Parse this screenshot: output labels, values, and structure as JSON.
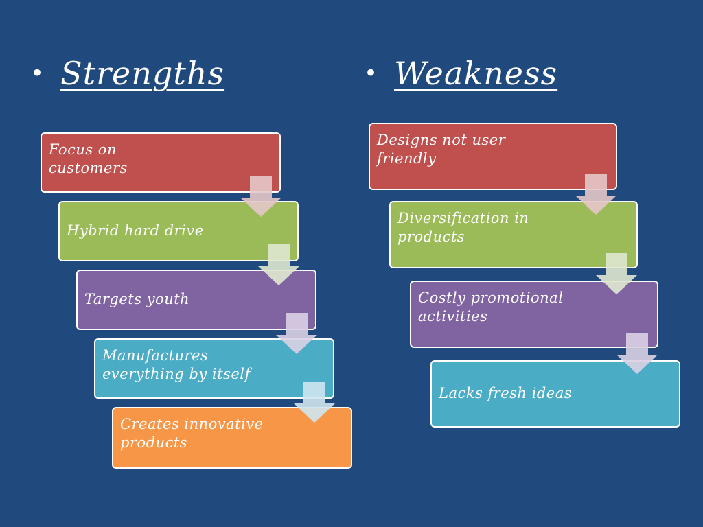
{
  "strengths": {
    "bullet": "•",
    "title": "Strengths",
    "items": [
      {
        "label": "Focus on customers",
        "color": "#c0504e"
      },
      {
        "label": "Hybrid hard drive",
        "color": "#9bbb59"
      },
      {
        "label": "Targets youth",
        "color": "#8064a2"
      },
      {
        "label": "Manufactures everything by itself",
        "color": "#4bacc6"
      },
      {
        "label": "Creates innovative products",
        "color": "#f79646"
      }
    ]
  },
  "weakness": {
    "bullet": "•",
    "title": "Weakness",
    "items": [
      {
        "label": "Designs not user friendly",
        "color": "#c0504e"
      },
      {
        "label": "Diversification in products",
        "color": "#9bbb59"
      },
      {
        "label": "Costly promotional activities",
        "color": "#8064a2"
      },
      {
        "label": "Lacks fresh ideas",
        "color": "#4bacc6"
      }
    ]
  },
  "colors": {
    "background": "#20497d",
    "arrow": "#e6d9e3"
  }
}
